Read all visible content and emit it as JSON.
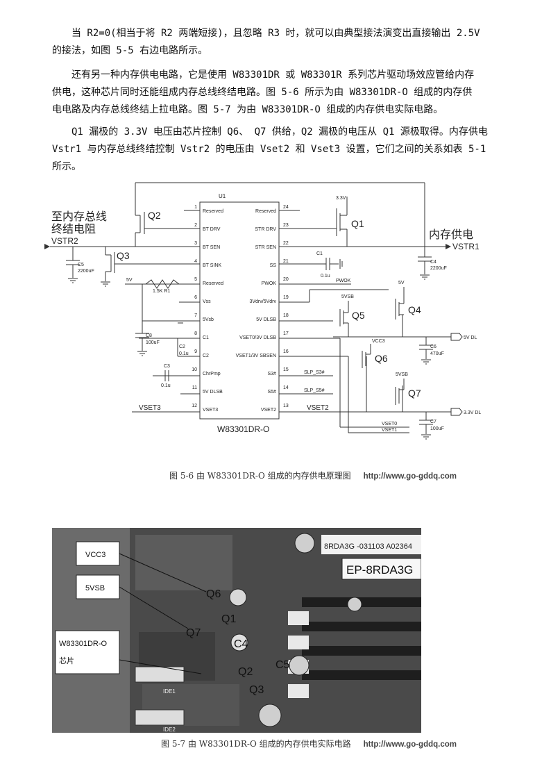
{
  "paragraphs": [
    {
      "lines": [
        "当 R2=0(相当于将 R2 两端短接)，且忽略 R3 时，就可以由典型接法演变出直接输出 2.5V",
        "的接法，如图 5-5 右边电路所示。"
      ]
    },
    {
      "lines": [
        "还有另一种内存供电电路，它是使用 W83301DR 或 W83301R 系列芯片驱动场效应管给内存",
        "供电，这种芯片同时还能组成内存总线终结电路。图 5-6 所示为由 W83301DR-O 组成的内存供",
        "电电路及内存总线终结上拉电路。图 5-7 为由 W83301DR-O 组成的内存供电实际电路。"
      ]
    },
    {
      "lines": [
        "Q1 漏极的 3.3V 电压由芯片控制 Q6、 Q7 供给，Q2 漏极的电压从 Q1 源极取得。内存供电",
        "Vstr1 与内存总线终结控制 Vstr2 的电压由 Vset2 和 Vset3 设置，它们之间的关系如表 5-1",
        "所示。"
      ]
    }
  ],
  "figure6": {
    "caption": "图 5-6   由 W83301DR-O 组成的内存供电原理图",
    "url": "http://www.go-gddq.com",
    "chip_name": "W83301DR-O",
    "chip_ref": "U1",
    "left_note_1": "至内存总线",
    "left_note_2": "终结电阻",
    "vstr2": "VSTR2",
    "right_note": "内存供电",
    "vstr1": "VSTR1",
    "left_pins": [
      {
        "n": "1",
        "name": "Reserved"
      },
      {
        "n": "2",
        "name": "BT DRV"
      },
      {
        "n": "3",
        "name": "BT SEN"
      },
      {
        "n": "4",
        "name": "BT SINK"
      },
      {
        "n": "5",
        "name": "Reserved"
      },
      {
        "n": "6",
        "name": "Vss"
      },
      {
        "n": "7",
        "name": "5Vsb"
      },
      {
        "n": "8",
        "name": "C1"
      },
      {
        "n": "9",
        "name": "C2"
      },
      {
        "n": "10",
        "name": "ChrPmp"
      },
      {
        "n": "11",
        "name": "5V DLSB"
      },
      {
        "n": "12",
        "name": "VSET3"
      }
    ],
    "right_pins": [
      {
        "n": "24",
        "name": "Reserved"
      },
      {
        "n": "23",
        "name": "STR DRV"
      },
      {
        "n": "22",
        "name": "STR SEN"
      },
      {
        "n": "21",
        "name": "SS"
      },
      {
        "n": "20",
        "name": "PWOK"
      },
      {
        "n": "19",
        "name": "3Vdrv/5Vdrv"
      },
      {
        "n": "18",
        "name": "5V DLSB"
      },
      {
        "n": "17",
        "name": "VSET0/3V DLSB"
      },
      {
        "n": "16",
        "name": "VSET1/3V SBSEN"
      },
      {
        "n": "15",
        "name": "S3#"
      },
      {
        "n": "14",
        "name": "S5#"
      },
      {
        "n": "13",
        "name": "VSET2"
      }
    ],
    "labels": {
      "q1": "Q1",
      "q2": "Q2",
      "q3": "Q3",
      "q4": "Q4",
      "q5": "Q5",
      "q6": "Q6",
      "q7": "Q7",
      "v33_top": "3.3V",
      "c5": "C5",
      "c5v": "2200uF",
      "c4": "C4",
      "c4v": "2200uF",
      "c1": "C1",
      "c1v": "0.1u",
      "pwok": "PWOK",
      "v5sb_left": "5V",
      "r1": "1.5K R1",
      "c8": "C8",
      "c8v": "100uF",
      "c2": "C2",
      "c2v": "0.1u",
      "c3": "C3",
      "c3v": "0.1u",
      "c6": "C6",
      "c6v": "470uF",
      "c7": "C7",
      "c7v": "100uF",
      "v5_q4": "5V",
      "v5sb_q5": "5VSB",
      "vcc3_q6": "VCC3",
      "v5sb_q7": "5VSB",
      "v5dl": "5V DL",
      "v33dl": "3.3V DL",
      "slp_s3": "SLP_S3#",
      "slp_s5": "SLP_S5#",
      "vset3": "VSET3",
      "vset2": "VSET2",
      "vset0": "VSET0",
      "vset1": "VSET1"
    }
  },
  "figure7": {
    "caption": "图 5-7   由 W83301DR-O 组成的内存供电实际电路",
    "url": "http://www.go-gddq.com",
    "board_label": "8RDA3G -031103 A02364",
    "model": "EP-8RDA3G",
    "callouts": [
      "VCC3",
      "5VSB",
      "W83301DR-O",
      "芯片"
    ],
    "parts": [
      "Q6",
      "Q1",
      "Q7",
      "C4",
      "C5",
      "Q2",
      "Q3",
      "IDE1",
      "IDE2"
    ]
  }
}
